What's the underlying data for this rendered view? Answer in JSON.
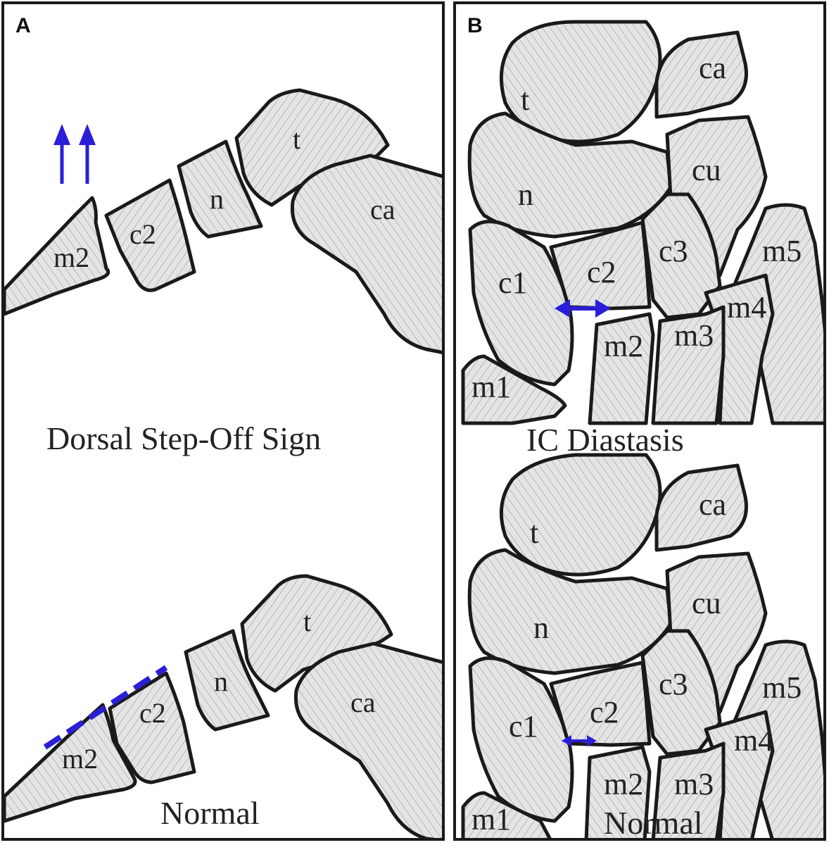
{
  "panels": [
    {
      "letter": "A",
      "top": {
        "caption": "Dorsal Step-Off Sign",
        "labels": {
          "m2": "m2",
          "c2": "c2",
          "n": "n",
          "t": "t",
          "ca": "ca"
        }
      },
      "bottom": {
        "caption": "Normal",
        "labels": {
          "m2": "m2",
          "c2": "c2",
          "n": "n",
          "t": "t",
          "ca": "ca"
        }
      }
    },
    {
      "letter": "B",
      "top": {
        "caption": "IC Diastasis",
        "labels": {
          "t": "t",
          "ca": "ca",
          "n": "n",
          "cu": "cu",
          "c1": "c1",
          "c2": "c2",
          "c3": "c3",
          "m1": "m1",
          "m2": "m2",
          "m3": "m3",
          "m4": "m4",
          "m5": "m5"
        }
      },
      "bottom": {
        "caption": "Normal",
        "labels": {
          "t": "t",
          "ca": "ca",
          "n": "n",
          "cu": "cu",
          "c1": "c1",
          "c2": "c2",
          "c3": "c3",
          "m1": "m1",
          "m2": "m2",
          "m3": "m3",
          "m4": "m4",
          "m5": "m5"
        }
      }
    }
  ],
  "colors": {
    "bone_fill": "#e6e6e6",
    "outline": "#1a1a1a",
    "annotation": "#2a1fd6"
  },
  "icons": {
    "dorsal_arrows": "double-up-arrow-icon",
    "diastasis_arrow": "double-headed-arrow-icon",
    "alignment_line": "dashed-line"
  }
}
